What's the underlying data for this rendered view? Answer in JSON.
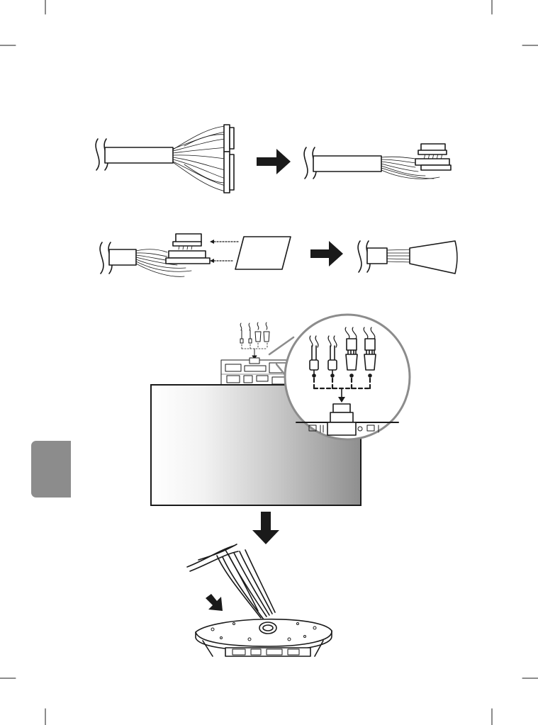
{
  "page": {
    "background": "#ffffff",
    "line_color": "#1a1a1a",
    "side_tab_color": "#8c8c8c",
    "panel_gradient": [
      "#ffffff",
      "#8f8f8f"
    ]
  },
  "figures": [
    {
      "id": "step-1",
      "description_icon": "cable-connector-bundle-icon"
    },
    {
      "id": "step-2",
      "description_icon": "cable-wrap-sheet-icon"
    },
    {
      "id": "step-3",
      "description_icon": "connector-detail-zoom-icon"
    },
    {
      "id": "step-4",
      "description_icon": "cable-through-stand-base-icon"
    }
  ],
  "arrows": [
    "right-arrow-icon",
    "right-arrow-icon",
    "down-arrow-icon",
    "insert-arrow-icon"
  ]
}
